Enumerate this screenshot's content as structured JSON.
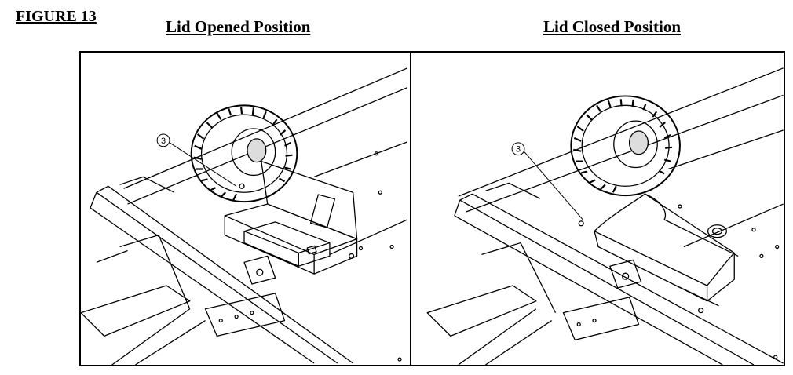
{
  "figure": {
    "label": "FIGURE 13"
  },
  "panels": [
    {
      "caption": "Lid Opened Position",
      "callout": "3"
    },
    {
      "caption": "Lid Closed Position",
      "callout": "3"
    }
  ]
}
